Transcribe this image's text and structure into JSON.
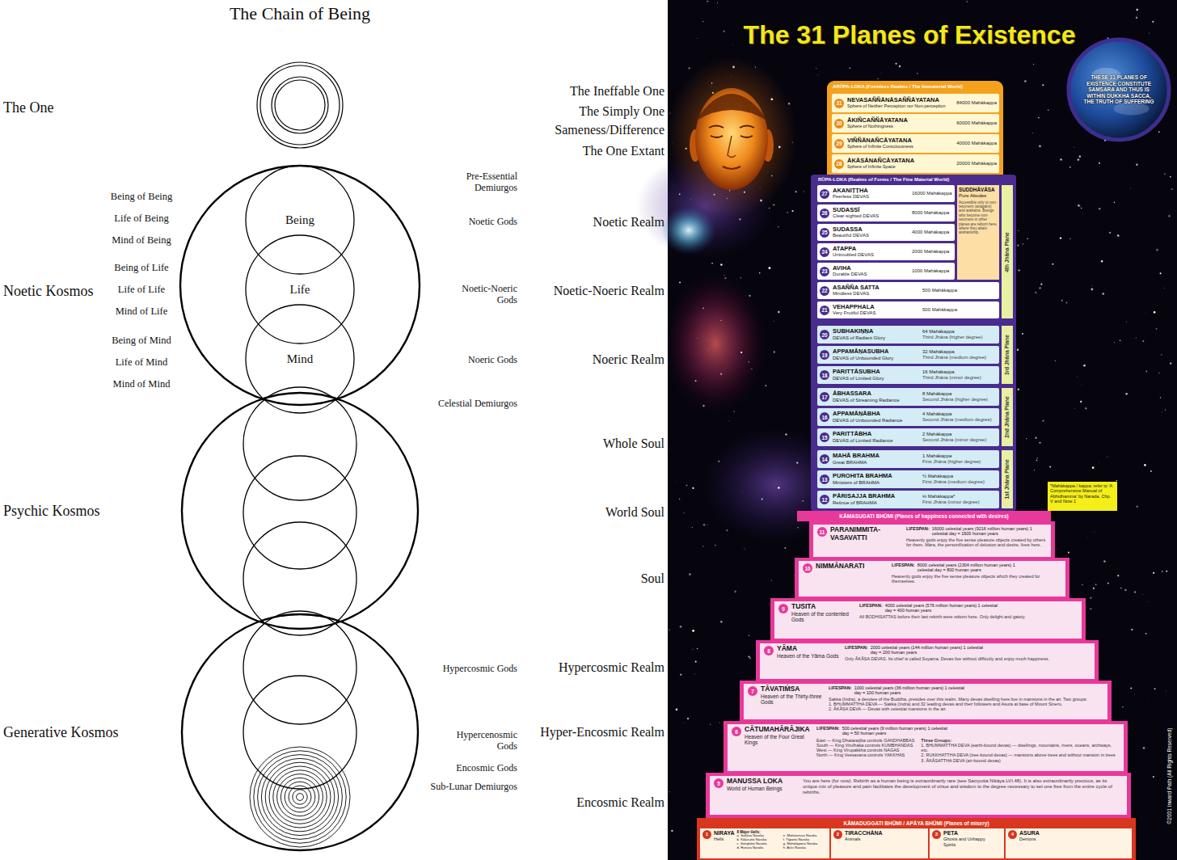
{
  "diagram": {
    "title": "The Chain of Being",
    "nodes": [
      {
        "text": [
          "Being"
        ]
      },
      {
        "text": [
          "Life"
        ]
      },
      {
        "text": [
          "Mind"
        ]
      },
      {
        "text": [
          "THESE 31 PLANES OF EXISTENCE CONSTITUTE SAMSARA AND THUS IS WITHIN DUKKHA SACCA, THE TRUTH OF SUFFERING"
        ]
      },
      {
        "text": [
          "ARŪPA-LOKA (Formless Realms / The Immaterial World)"
        ]
      },
      {
        "text": [
          "31",
          "NEVASAÑÑĀNĀSAÑÑĀYATANA",
          "Sphere of Neither Perception nor Non-perception",
          "84000 Mahākappa"
        ],
        "in": 4
      },
      {
        "text": [
          "30",
          "ĀKIÑCAÑÑĀYATANA",
          "Sphere of Nothingness",
          "60000 Mahākappa"
        ],
        "in": 4
      },
      {
        "text": [
          "29",
          "VIÑÑĀNAÑCĀYATANA",
          "Sphere of Infinite Consciousness",
          "40000 Mahākappa"
        ],
        "in": 4
      },
      {
        "text": [
          "28",
          "ĀKĀSĀNAÑCĀYATANA",
          "Sphere of Infinite Space",
          "20000 Mahākappa"
        ],
        "in": 4
      },
      {
        "text": [
          "RŪPA-LOKA (Realms of Forms / The Fine Material World)"
        ]
      },
      {
        "text": [
          "27",
          "AKANIṬṬHA",
          "Peerless DEVAS",
          "16000 Mahākappa"
        ],
        "in": 9
      },
      {
        "text": [
          "26",
          "SUDASSĪ",
          "Clear-sighted DEVAS",
          "8000 Mahākappa"
        ],
        "in": 9
      },
      {
        "text": [
          "25",
          "SUDASSA",
          "Beautiful DEVAS",
          "4000 Mahākappa"
        ],
        "in": 9
      },
      {
        "text": [
          "24",
          "ATAPPA",
          "Untroubled DEVAS",
          "2000 Mahākappa"
        ],
        "in": 9
      },
      {
        "text": [
          "23",
          "AVIHA",
          "Durable DEVAS",
          "1000 Mahākappa"
        ],
        "in": 9
      },
      {
        "text": [
          "SUDDHĀVĀSA",
          "Pure Abodes",
          "Accessible only to non-returners (anāgāmī) and arahants. Beings who become non-returners in other planes are reborn here, where they attain arahantship."
        ],
        "in": 9
      },
      {
        "text": [
          "22",
          "ASAÑÑA SATTA",
          "Mindless DEVAS",
          "500 Mahākappa"
        ],
        "in": 9
      },
      {
        "text": [
          "21",
          "VEHAPPHALA",
          "Very Fruitful DEVAS",
          "500 Mahākappa"
        ],
        "in": 9
      },
      {
        "text": [
          "4th Jhāna Plane"
        ],
        "in": 9
      },
      {
        "text": [
          "20",
          "SUBHAKIṆṆA",
          "DEVAS of Radiant Glory",
          "64 Mahākappa",
          "Third Jhāna (higher degree)"
        ],
        "in": 9
      },
      {
        "text": [
          "19",
          "APPAMĀṆASUBHA",
          "DEVAS of Unbounded Glory",
          "32 Mahākappa",
          "Third Jhāna (medium degree)"
        ],
        "in": 9
      },
      {
        "text": [
          "18",
          "PARITTĀSUBHA",
          "DEVAS of Limited Glory",
          "16 Mahākappa",
          "Third Jhāna (minor degree)"
        ],
        "in": 9
      },
      {
        "text": [
          "3rd Jhāna Plane"
        ],
        "in": 9
      },
      {
        "text": [
          "17",
          "ĀBHASSARA",
          "DEVAS of Streaming Radiance",
          "8 Mahākappa",
          "Second Jhāna (higher degree)"
        ],
        "in": 9
      },
      {
        "text": [
          "16",
          "APPAMĀṆĀBHA",
          "DEVAS of Unbounded Radiance",
          "4 Mahākappa",
          "Second Jhāna (medium degree)"
        ],
        "in": 9
      },
      {
        "text": [
          "15",
          "PARITTĀBHA",
          "DEVAS of Limited Radiance",
          "2 Mahākappa",
          "Second Jhāna (minor degree)"
        ],
        "in": 9
      },
      {
        "text": [
          "2nd Jhāna Plane"
        ],
        "in": 9
      },
      {
        "text": [
          "14",
          "MAHĀ BRAHMA",
          "Great BRAHMA",
          "1 Mahākappa",
          "First Jhāna (higher degree)"
        ],
        "in": 9
      },
      {
        "text": [
          "13",
          "PUROHITA BRAHMA",
          "Ministers of BRAHMA",
          "½ Mahākappa",
          "First Jhāna (medium degree)"
        ],
        "in": 9
      },
      {
        "text": [
          "12",
          "PĀRISAJJA BRAHMA",
          "Retinue of BRAHMA",
          "⅓ Mahākappa*",
          "First Jhāna (minor degree)"
        ],
        "in": 9
      },
      {
        "text": [
          "1st Jhāna Plane"
        ],
        "in": 9
      },
      {
        "text": [
          "*Mahākappa / kappa: refer to 'A Comprehensive Manual of Abhidhamma' by Narada, Chp. V and Note 1"
        ]
      },
      {
        "text": [
          "KĀMASUGATI BHŪMI (Planes of happiness connected with desires)"
        ]
      },
      {
        "text": [
          "11",
          "PARANIMMITA-VASAVATTI",
          "LIFESPAN:",
          "16000 celestial years (9216 million human years) 1 celestial day = 1600 human years",
          "Heavenly gods enjoy the five sense pleasure objects created by others for them. Māra, the personification of delusion and desire, lives here."
        ],
        "in": 32
      },
      {
        "text": [
          "10",
          "NIMMĀNARATI",
          "LIFESPAN:",
          "8000 celestial years (2304 million human years) 1 celestial day = 800 human years",
          "Heavenly gods enjoy the five sense pleasure objects which they created for themselves."
        ],
        "in": 32
      },
      {
        "text": [
          "9",
          "TUSITA",
          "Heaven of the contented Gods",
          "LIFESPAN:",
          "4000 celestial years (576 million human years) 1 celestial day = 400 human years",
          "All BODHISATTAS before their last rebirth were reborn here. Only delight and gaiety."
        ],
        "in": 32
      },
      {
        "text": [
          "8",
          "YĀMA",
          "Heaven of the Yāma Gods",
          "LIFESPAN:",
          "2000 celestial years (144 million human years) 1 celestial day = 200 human years",
          "Only ĀKĀSA DEVAS. Its chief is called Suyama. Devas live without difficulty and enjoy much happiness."
        ],
        "in": 32
      },
      {
        "text": [
          "7",
          "TĀVATIṀSA",
          "Heaven of the Thirty-three Gods",
          "LIFESPAN:",
          "1000 celestial years (36 million human years) 1 celestial day = 100 human years",
          "Sakka (Indra), a devotee of the Buddha, presides over this realm. Many devas dwelling here live in mansions in the air. Two groups:",
          "1. BHUMMATTHA DEVA — Sakka (Indra) and 32 leading devas and their followers and Asura at base of Mount Sineru.",
          "2. ĀKĀSA DEVA — Devas with celestial mansions in the air."
        ],
        "in": 32
      },
      {
        "text": [
          "6",
          "CĀTUMAHĀRĀJIKA",
          "Heaven of the Four Great Kings",
          "LIFESPAN:",
          "500 celestial years (9 million human years) 1 celestial day = 50 human years",
          "East — King Dhataraṭṭha controls GANDHABBAS",
          "South — King Virulhaka controls KUMBHANDAS",
          "West — King Virupakkha controls NAGAS",
          "North — King Vessavana controls YAKKHAS",
          "Three Groups:",
          "1. BHUMMATTHA DEVA (earth-bound devas) — dwellings, mountains, rivers, oceans, archways, etc.",
          "2. RUKKHATTHA DEVA (tree-bound devas) — mansions above trees and without mansion in trees",
          "3. ĀKĀSATTHA DEVA (air-bound devas)"
        ],
        "in": 32
      },
      {
        "text": [
          "5",
          "MANUSSA LOKA",
          "World of Human Beings",
          "You are here (for now). Rebirth as a human being is extraordinarily rare (see Saṃyutta Nikāya LVI.48). It is also extraordinarily precious, as its unique mix of pleasure and pain facilitates the development of virtue and wisdom to the degree necessary to set one free from the entire cycle of rebirths."
        ],
        "in": 32
      },
      {
        "text": [
          "KĀMADUGGATI BHŪMI / APĀYA BHŪMI (Planes of misery)"
        ]
      },
      {
        "text": [
          "1",
          "NIRAYA",
          "Hells",
          "8 Major Hells:",
          "a. Sañjīva Naraka",
          "b. Kāḷasutta Naraka",
          "c. Saṅghāta Naraka",
          "d. Roruva Naraka",
          "e. Mahāroruva Naraka",
          "f. Tāpana Naraka",
          "g. Mahātāpana Naraka",
          "h. Avīci Naraka"
        ],
        "in": 40
      },
      {
        "text": [
          "2",
          "TIRACCHĀNA",
          "Animals"
        ],
        "in": 40
      },
      {
        "text": [
          "3",
          "PETA",
          "Ghosts and Unhappy Spirits"
        ],
        "in": 40
      },
      {
        "text": [
          "4",
          "ASURA",
          "Demons"
        ],
        "in": 40
      }
    ],
    "labels": [
      "The 31 Planes of Existence",
      "The One",
      "Noetic Kosmos",
      "Psychic Kosmos",
      "Generative Kosmos",
      "Being of Being",
      "Life of Being",
      "Mind of Being",
      "Being of Life",
      "Life of Life",
      "Mind of Life",
      "Being of Mind",
      "Life of Mind",
      "Mind of Mind",
      "Pre-Essential Demiurgos",
      "Noetic Gods",
      "Noetic-Noeric Gods",
      "Noeric Gods",
      "Celestial Demiurgos",
      "Hypercosmic Gods",
      "Hypercenosmic Gods",
      "Encosmic Gods",
      "Sub-Lunar Demiurgos",
      "The Ineffable One",
      "The Simply One",
      "Sameness/Difference",
      "The One Extant",
      "Noetic Realm",
      "Noetic-Noeric Realm",
      "Noeric Realm",
      "Whole Soul",
      "World Soul",
      "Soul",
      "Hypercosmic Realm",
      "Hyper-Encosmic Realm",
      "Encosmic Realm",
      "©2001 Inward Path (All Rights Reserved)"
    ]
  }
}
